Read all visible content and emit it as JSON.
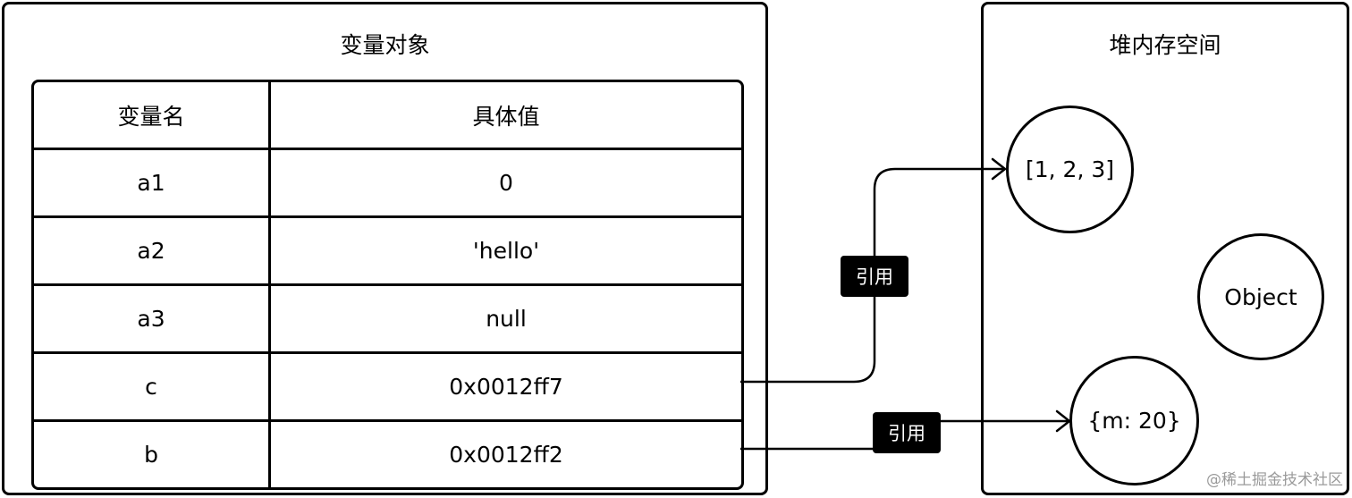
{
  "variable_panel": {
    "title": "变量对象",
    "table": {
      "headers": [
        "变量名",
        "具体值"
      ],
      "rows": [
        {
          "name": "a1",
          "value": "0"
        },
        {
          "name": "a2",
          "value": "'hello'"
        },
        {
          "name": "a3",
          "value": "null"
        },
        {
          "name": "c",
          "value": "0x0012ff7"
        },
        {
          "name": "b",
          "value": "0x0012ff2"
        }
      ]
    }
  },
  "heap_panel": {
    "title": "堆内存空间",
    "nodes": {
      "array": "[1, 2, 3]",
      "object": "Object",
      "m": "{m: 20}"
    }
  },
  "references": [
    {
      "label": "引用",
      "from": "c",
      "to": "[1, 2, 3]"
    },
    {
      "label": "引用",
      "from": "b",
      "to": "{m: 20}"
    }
  ],
  "watermark": "@稀土掘金技术社区"
}
